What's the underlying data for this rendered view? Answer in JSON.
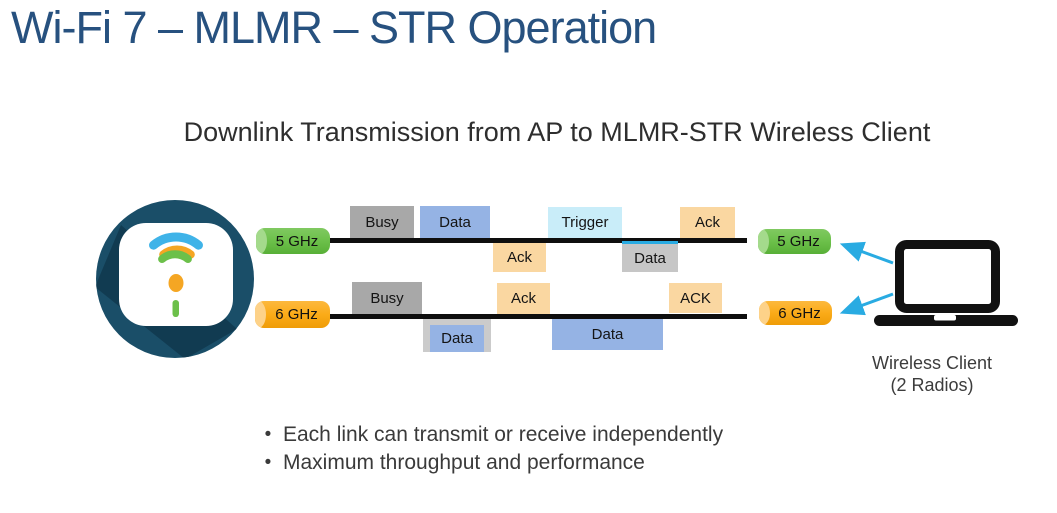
{
  "title": "Wi-Fi 7 – MLMR – STR Operation",
  "subtitle": "Downlink Transmission from AP to MLMR-STR Wireless Client",
  "colors": {
    "title_blue": "#27517F",
    "band_5ghz_green": "#6CC04A",
    "band_6ghz_orange": "#FBAB18",
    "busy_gray": "#A8A8A8",
    "data_blue": "#95B3E4",
    "trigger_cyan": "#C9EDF9",
    "ack_tan": "#FAD7A1",
    "arrow_cyan": "#29ABE2",
    "timeline_black": "#0e0e0e",
    "ap_circle_navy": "#1A4E68"
  },
  "diagram": {
    "ap": {
      "icon": "wifi-access-point"
    },
    "rows": [
      {
        "band": "5 GHz",
        "blocks": [
          {
            "label": "Busy",
            "type": "busy",
            "side": "above"
          },
          {
            "label": "Data",
            "type": "data",
            "side": "above"
          },
          {
            "label": "Ack",
            "type": "ack",
            "side": "below"
          },
          {
            "label": "Trigger",
            "type": "trigger",
            "side": "above"
          },
          {
            "label": "Data",
            "type": "data-received",
            "side": "below"
          },
          {
            "label": "Ack",
            "type": "ack",
            "side": "above"
          }
        ]
      },
      {
        "band": "6 GHz",
        "blocks": [
          {
            "label": "Busy",
            "type": "busy",
            "side": "above"
          },
          {
            "label": "Data",
            "type": "data-received",
            "side": "below"
          },
          {
            "label": "Ack",
            "type": "ack",
            "side": "above"
          },
          {
            "label": "Data",
            "type": "data",
            "side": "below"
          },
          {
            "label": "ACK",
            "type": "ack",
            "side": "above"
          }
        ]
      }
    ],
    "client": {
      "line1": "Wireless Client",
      "line2": "(2 Radios)"
    }
  },
  "bullets": {
    "items": [
      {
        "text": "Each link can transmit or receive independently"
      },
      {
        "text": "Maximum throughput and performance"
      }
    ]
  }
}
